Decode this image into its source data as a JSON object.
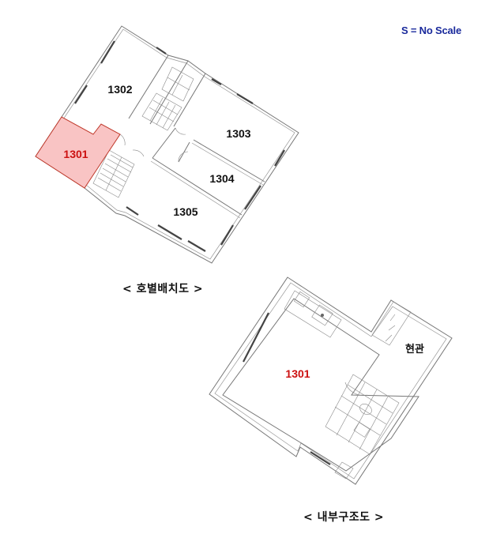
{
  "scale_note": "S = No Scale",
  "top_plan": {
    "caption": "< 호별배치도 >",
    "units": [
      {
        "id": "1301",
        "label": "1301",
        "highlighted": true
      },
      {
        "id": "1302",
        "label": "1302",
        "highlighted": false
      },
      {
        "id": "1303",
        "label": "1303",
        "highlighted": false
      },
      {
        "id": "1304",
        "label": "1304",
        "highlighted": false
      },
      {
        "id": "1305",
        "label": "1305",
        "highlighted": false
      }
    ],
    "highlight_fill": "#f9c4c4",
    "highlight_stroke": "#c0392b"
  },
  "bottom_plan": {
    "caption": "< 내부구조도 >",
    "unit_label": "1301",
    "entrance_label": "현관"
  },
  "colors": {
    "scale_note": "#1a2a9c",
    "highlight_text": "#cc1111"
  }
}
